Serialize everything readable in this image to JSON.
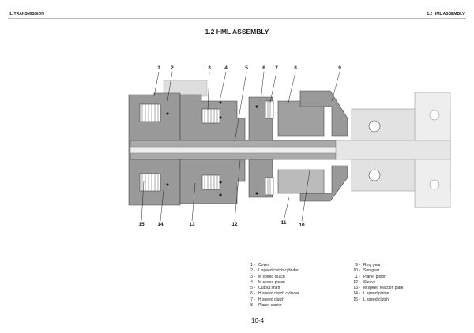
{
  "header": {
    "left": "1. TRANSMISSION",
    "right": "1.2 HML ASSEMBLY"
  },
  "title": "1.2 HML ASSEMBLY",
  "callouts_top": [
    "1",
    "2",
    "3",
    "4",
    "5",
    "6",
    "7",
    "8",
    "9"
  ],
  "callouts_bottom": [
    "15",
    "14",
    "13",
    "12",
    "11",
    "10"
  ],
  "legend": {
    "left": [
      {
        "n": "1 -",
        "t": "Cover"
      },
      {
        "n": "2 -",
        "t": "L speed clutch cylinder"
      },
      {
        "n": "3 -",
        "t": "M speed clutch"
      },
      {
        "n": "4 -",
        "t": "M speed piston"
      },
      {
        "n": "5 -",
        "t": "Output shaft"
      },
      {
        "n": "6 -",
        "t": "H speed clutch cylinder"
      },
      {
        "n": "7 -",
        "t": "H speed clutch"
      },
      {
        "n": "8 -",
        "t": "Planet carrier"
      }
    ],
    "right": [
      {
        "n": "9 -",
        "t": "Ring gear"
      },
      {
        "n": "10 -",
        "t": "Sun gear"
      },
      {
        "n": "11 -",
        "t": "Planet pinion"
      },
      {
        "n": "12 -",
        "t": "Sleeve"
      },
      {
        "n": "13 -",
        "t": "M speed reaction plate"
      },
      {
        "n": "14 -",
        "t": "L speed piston"
      },
      {
        "n": "15 -",
        "t": "L speed clutch"
      }
    ]
  },
  "page_number": "10-4"
}
